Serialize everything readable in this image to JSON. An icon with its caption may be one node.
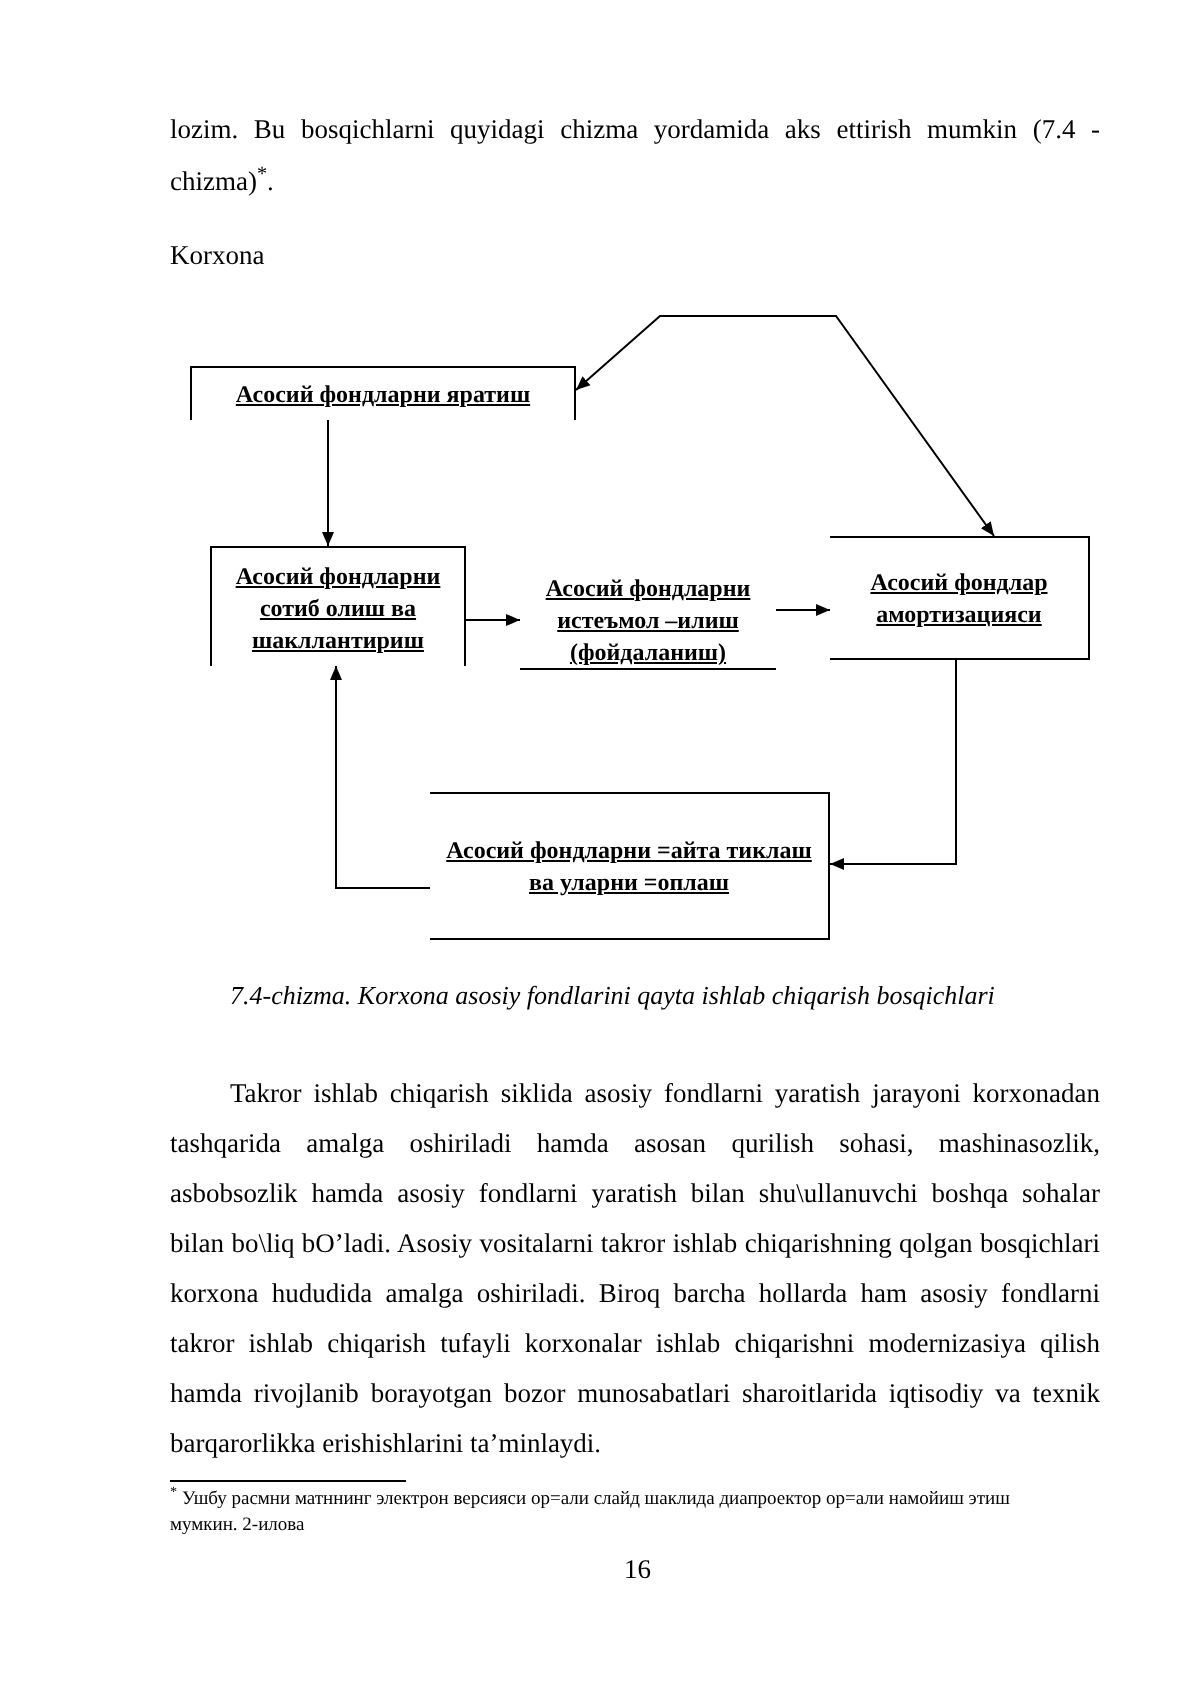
{
  "diagram": {
    "caption": "7.4-chizma. Korxona asosiy fondlarini qayta ishlab chiqarish bosqichlari",
    "nodes": [
      {
        "text": [
          "Асосий фондларни яратиш"
        ]
      },
      {
        "text": [
          "Асосий фондларни сотиб олиш ва шакллантириш"
        ]
      },
      {
        "text": [
          "Асосий фондларни истеъмол –илиш (фойдаланиш)"
        ]
      },
      {
        "text": [
          "Асосий фондлар амортизацияси"
        ]
      },
      {
        "text": [
          "Асосий фондларни =айта тиклаш ва уларни =оплаш"
        ]
      }
    ],
    "edges": [
      {
        "from": 0,
        "to": 1,
        "arrow": "to"
      },
      {
        "from": 1,
        "to": 2,
        "arrow": "to"
      },
      {
        "from": 2,
        "to": 3,
        "arrow": "to"
      },
      {
        "from": 3,
        "to": 4,
        "arrow": "to"
      },
      {
        "from": 4,
        "to": 1,
        "arrow": "to"
      },
      {
        "from": 3,
        "to": 0,
        "arrow": "both"
      }
    ],
    "labels": [
      "lozim. Bu bosqichlarni quyidagi chizma yordamida aks ettirish mumkin (7.4 - chizma)$^{*}$.",
      "Korxona",
      "Takror ishlab chiqarish siklida asosiy fondlarni yaratish jarayoni korxonadan tashqarida amalga oshiriladi hamda asosan qurilish sohasi, mashinasozlik, asbobsozlik hamda asosiy fondlarni yaratish bilan shu\\ullanuvchi boshqa sohalar bilan bo\\liq bO’ladi. Asosiy vositalarni takror ishlab chiqarishning qolgan bosqichlari korxona hududida amalga oshiriladi. Biroq barcha hollarda ham asosiy fondlarni takror ishlab chiqarish tufayli korxonalar ishlab chiqarishni modernizasiya qilish hamda rivojlanib borayotgan bozor munosabatlari sharoitlarida iqtisodiy va texnik barqarorlikka erishishlarini ta’minlaydi.",
      "$^{*}$ Ушбу расмни матннинг электрон версияси ор=али слайд шаклида диапроектор ор=али намойиш этиш мумкин. 2-илова",
      "16"
    ]
  }
}
